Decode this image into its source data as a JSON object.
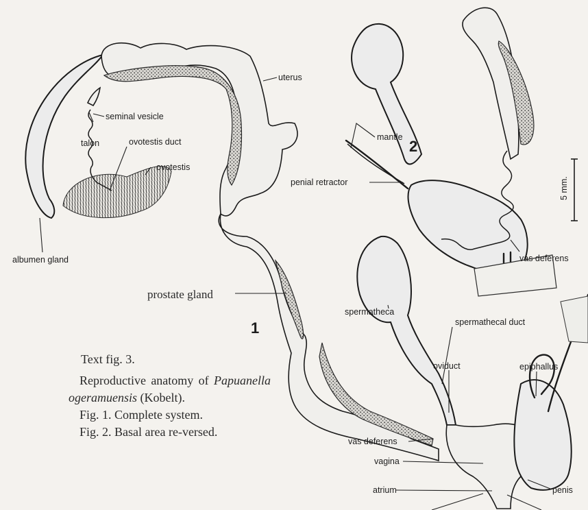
{
  "figure_caption": {
    "heading": "Text fig. 3.",
    "description_prefix": "Reproductive anatomy of",
    "species": "Papuanella ogeramuensis",
    "author": "(Kobelt).",
    "fig1": "Fig. 1. Complete system.",
    "fig2": "Fig. 2. Basal area re-versed."
  },
  "figure_numbers": {
    "fig1": "1",
    "fig2": "2"
  },
  "scale_bar": {
    "label": "5 mm."
  },
  "labels": {
    "uterus": "uterus",
    "seminal_vesicle": "seminal vesicle",
    "talon": "talon",
    "ovotestis_duct": "ovotestis duct",
    "ovotestis": "ovotestis",
    "albumen_gland": "albumen gland",
    "prostate_gland": "prostate gland",
    "mantle": "mantle",
    "penial_retractor": "penial retractor",
    "vas_deferens_fig2": "vas deferens",
    "spermatheca": "spermatheca",
    "spermathecal_duct": "spermathecal duct",
    "oviduct": "oviduct",
    "epiphallus": "epiphallus",
    "vas_deferens_fig1": "vas deferens",
    "vagina": "vagina",
    "atrium": "atrium",
    "penis": "penis"
  }
}
